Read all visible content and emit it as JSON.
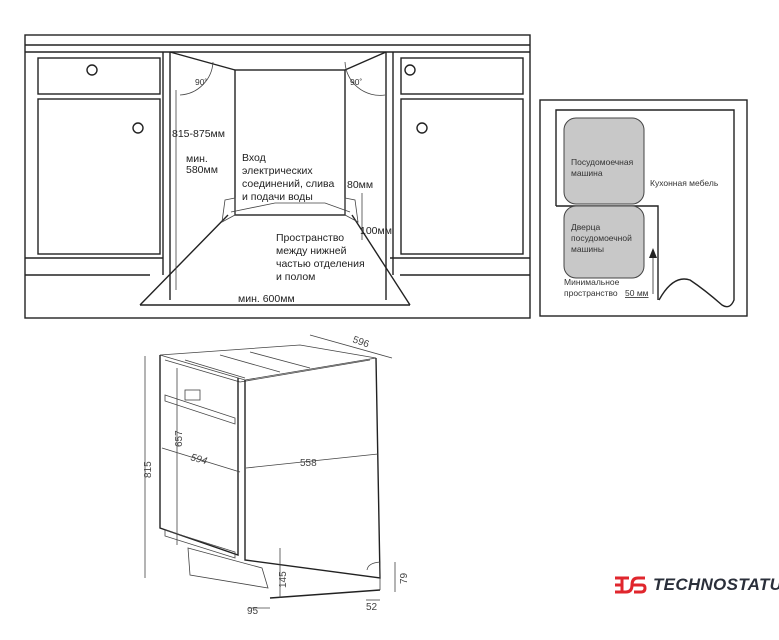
{
  "installation_diagram": {
    "angle_left": "90˚",
    "angle_right": "90˚",
    "height_range": "815-875мм",
    "min_depth": [
      "мин.",
      "580мм"
    ],
    "connections": [
      "Вход",
      "электрических",
      "соединений, слива",
      "и подачи воды"
    ],
    "dim_80": "80мм",
    "dim_100": "100мм",
    "floor_space": [
      "Пространство",
      "между нижней",
      "частью отделения",
      "и полом"
    ],
    "min_width": "мин. 600мм"
  },
  "clearance_diagram": {
    "dishwasher": [
      "Посудомоечная",
      "машина"
    ],
    "furniture": "Кухонная мебель",
    "door": [
      "Дверца",
      "посудомоечной",
      "машины"
    ],
    "min_space": [
      "Минимальное",
      "пространство"
    ],
    "min_space_value": "50 мм"
  },
  "dimensions_drawing": {
    "depth_top": "596",
    "height_total": "815",
    "height_front": "657",
    "width": "594",
    "depth": "558",
    "plinth_height": "145",
    "plinth_depth": "95",
    "rear_height": "79",
    "rear_depth": "52"
  },
  "brand": {
    "name": "TECHNOSTATUS",
    "color": "#e0262d"
  }
}
